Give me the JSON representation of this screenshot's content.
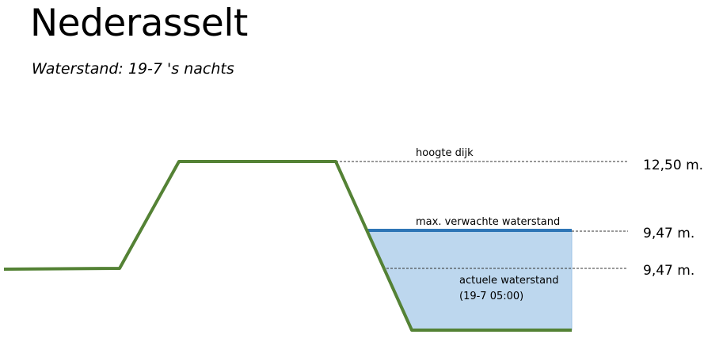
{
  "header": {
    "title": "Nederasselt",
    "subtitle": "Waterstand: 19-7 's nachts"
  },
  "diagram": {
    "dike_height_label": "hoogte dijk",
    "dike_height_value": "12,50 m.",
    "max_expected_label": "max. verwachte waterstand",
    "max_expected_value": "9,47 m.",
    "current_label": "actuele waterstand",
    "current_time": "(19-7 05:00)",
    "current_value": "9,47 m.",
    "colors": {
      "dike": "#548235",
      "water_fill": "#bdd7ee",
      "water_line": "#2e75b6"
    }
  }
}
